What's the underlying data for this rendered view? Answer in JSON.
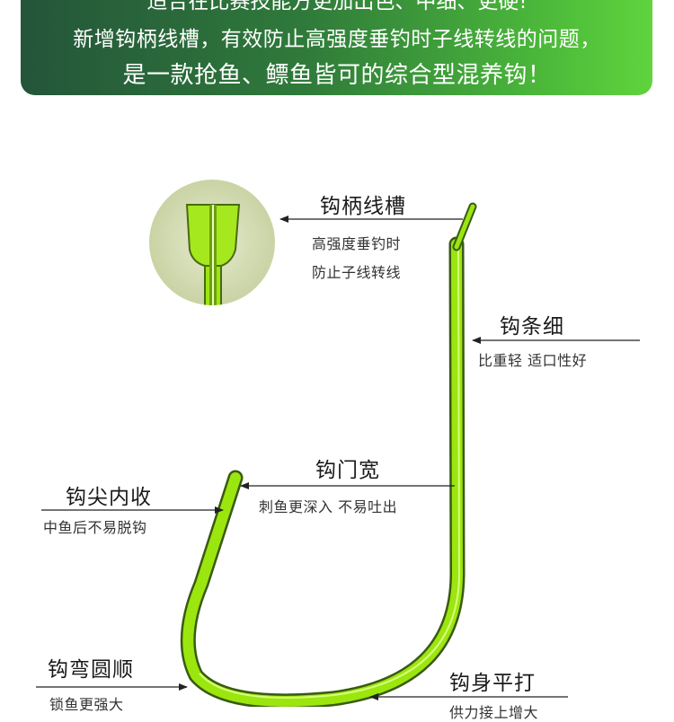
{
  "banner": {
    "line0": "适合在比赛技能方更加出色、中细、更硬!",
    "line1": "新增钩柄线槽，有效防止高强度垂钓时子线转线的问题，",
    "line2": "是一款抢鱼、鳔鱼皆可的综合型混养钩！"
  },
  "callouts": {
    "shank_groove": {
      "title": "钩柄线槽",
      "desc1": "高强度垂钓时",
      "desc2": "防止子线转线"
    },
    "thin_wire": {
      "title": "钩条细",
      "desc": "比重轻 适口性好"
    },
    "wide_gap": {
      "title": "钩门宽",
      "desc": "刺鱼更深入 不易吐出"
    },
    "point_in": {
      "title": "钩尖内收",
      "desc": "中鱼后不易脱钩"
    },
    "round_bend": {
      "title": "钩弯圆顺",
      "desc": "锁鱼更强大"
    },
    "flat_body": {
      "title": "钩身平打",
      "desc": "供力接上增大"
    }
  },
  "colors": {
    "banner_start": "#24553a",
    "banner_end": "#5fd43d",
    "hook": "#9be60f",
    "hook_edge": "#3a5a10"
  }
}
